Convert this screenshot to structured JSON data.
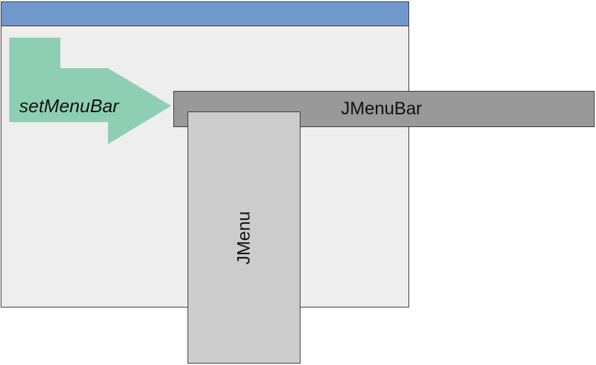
{
  "arrow": {
    "label": "setMenuBar",
    "color": "#8ecfb4"
  },
  "window": {
    "titlebar_color": "#7098cc",
    "body_color": "#eeeeee"
  },
  "menubar": {
    "label": "JMenuBar",
    "color": "#999999"
  },
  "menu": {
    "label": "JMenu",
    "color": "#cccccc"
  }
}
